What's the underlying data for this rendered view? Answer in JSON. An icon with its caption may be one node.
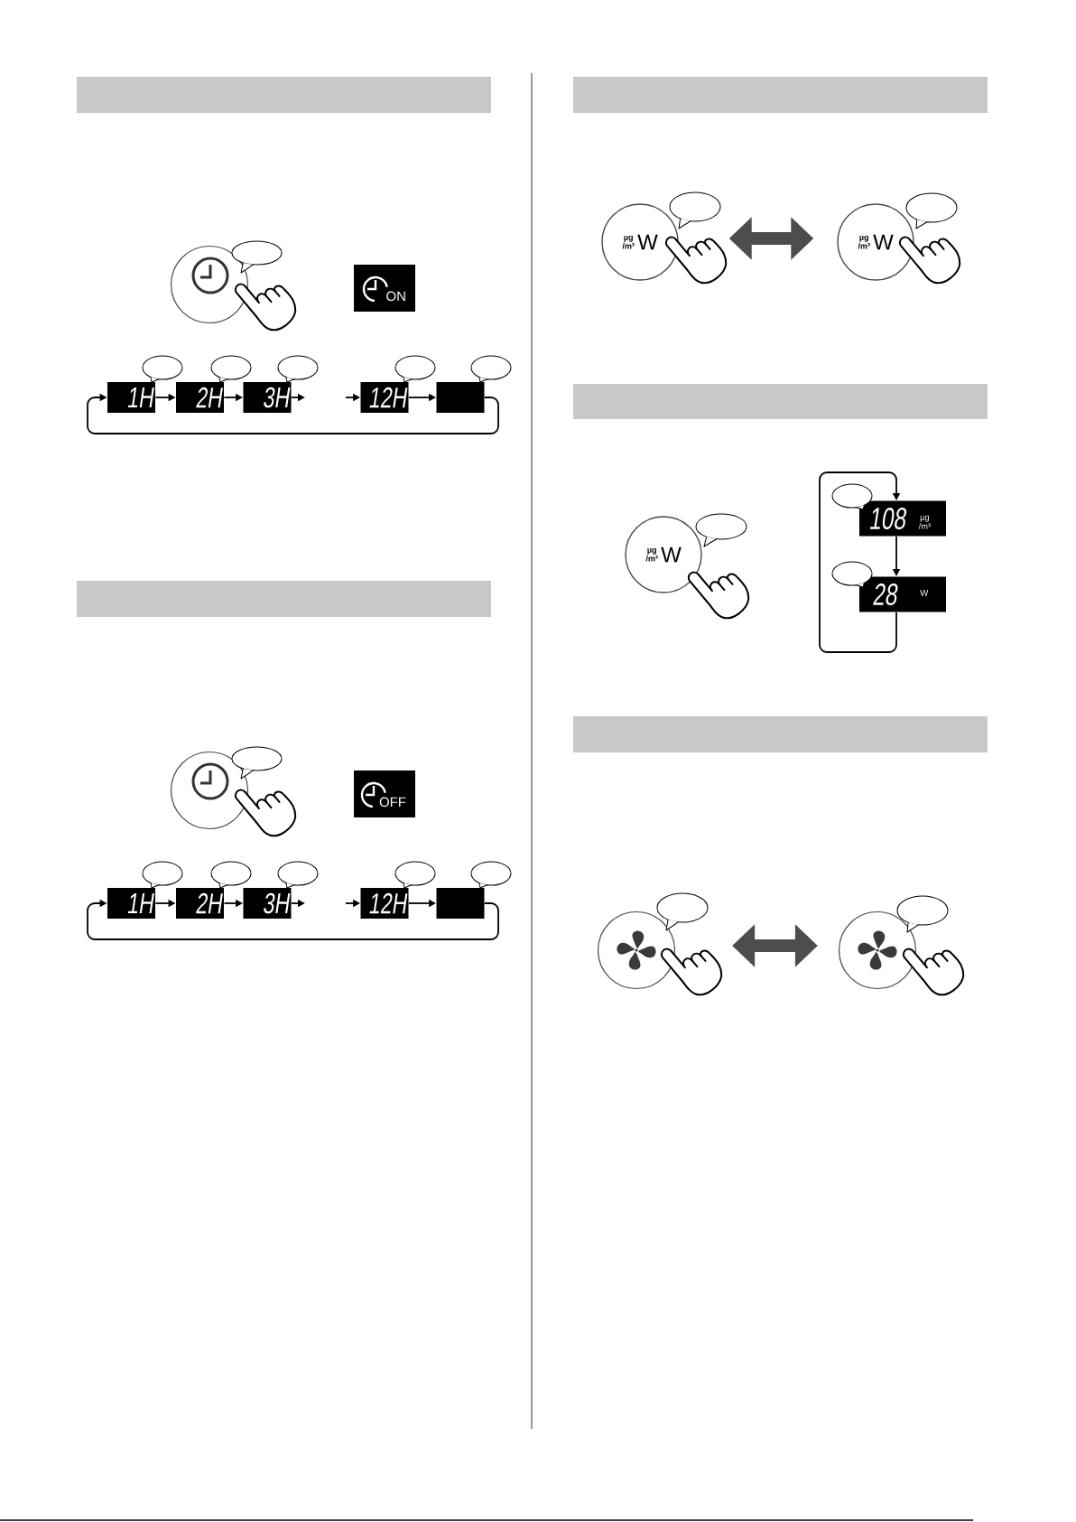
{
  "diagram": {
    "nodes": [
      {
        "text": [],
        "shape": "bar"
      },
      {
        "text": [],
        "shape": "circle"
      },
      {
        "text": [
          "ON"
        ]
      },
      {
        "text": [
          "1H"
        ]
      },
      {
        "text": [
          "2H"
        ]
      },
      {
        "text": [
          "3H"
        ]
      },
      {
        "text": [
          "12H"
        ]
      },
      {
        "text": [],
        "shape": "box"
      },
      {
        "text": [],
        "shape": "bar"
      },
      {
        "text": [],
        "shape": "circle"
      },
      {
        "text": [
          "OFF"
        ]
      },
      {
        "text": [
          "1H"
        ]
      },
      {
        "text": [
          "2H"
        ]
      },
      {
        "text": [
          "3H"
        ]
      },
      {
        "text": [
          "12H"
        ]
      },
      {
        "text": [],
        "shape": "box"
      },
      {
        "text": [],
        "shape": "bar"
      },
      {
        "text": [
          "µg /m³",
          "W"
        ]
      },
      {
        "text": [
          "µg /m³",
          "W"
        ]
      },
      {
        "text": [],
        "shape": "bar"
      },
      {
        "text": [
          "µg /m³",
          "W"
        ]
      },
      {
        "text": [
          "108",
          "µg /m³"
        ]
      },
      {
        "text": [
          "28",
          "W"
        ]
      },
      {
        "text": [],
        "shape": "bar"
      },
      {
        "text": [],
        "shape": "circle"
      },
      {
        "text": [],
        "shape": "circle"
      }
    ],
    "edges": [
      {
        "from": 3,
        "to": 4,
        "arrow": "to"
      },
      {
        "from": 4,
        "to": 5,
        "arrow": "to"
      },
      {
        "from": 5,
        "to": null,
        "arrow": "to"
      },
      {
        "from": null,
        "to": 6,
        "arrow": "to"
      },
      {
        "from": 6,
        "to": 7,
        "arrow": "to"
      },
      {
        "from": 7,
        "to": 3,
        "arrow": "to"
      },
      {
        "from": 11,
        "to": 12,
        "arrow": "to"
      },
      {
        "from": 12,
        "to": 13,
        "arrow": "to"
      },
      {
        "from": 13,
        "to": null,
        "arrow": "to"
      },
      {
        "from": null,
        "to": 14,
        "arrow": "to"
      },
      {
        "from": 14,
        "to": 15,
        "arrow": "to"
      },
      {
        "from": 15,
        "to": 11,
        "arrow": "to"
      },
      {
        "from": 17,
        "to": 18,
        "arrow": "both",
        "style": "thick",
        "color": "#4d4d4d"
      },
      {
        "from": 21,
        "to": 22,
        "arrow": "to"
      },
      {
        "from": 22,
        "to": 21,
        "arrow": "to"
      },
      {
        "from": 24,
        "to": 25,
        "arrow": "both",
        "style": "thick",
        "color": "#4d4d4d"
      }
    ]
  }
}
